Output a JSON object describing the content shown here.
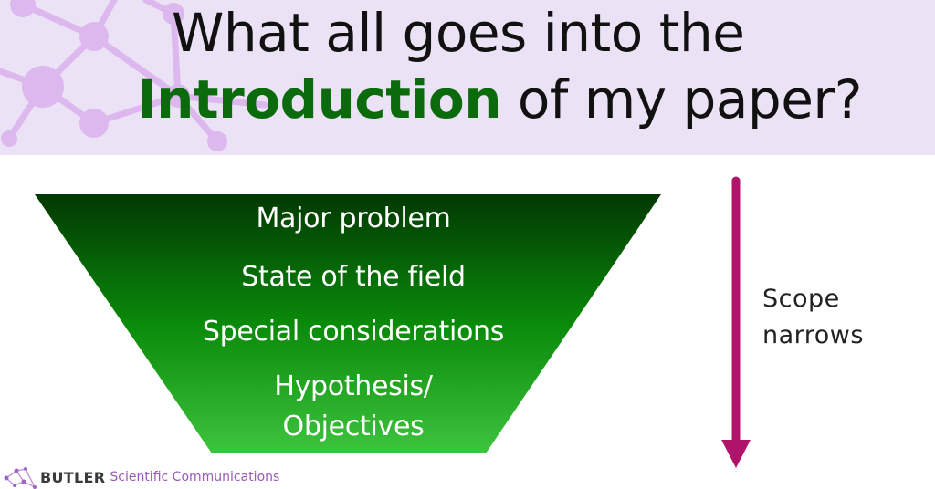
{
  "header": {
    "title_line1": "What all goes into the",
    "title_highlight": "Introduction",
    "title_line2_rest": " of my paper?",
    "background_color": "#ebe2f5",
    "highlight_color": "#0b6a0b",
    "decoration_icon": "molecule-network-icon"
  },
  "funnel": {
    "items": [
      {
        "label": "Major problem"
      },
      {
        "label": "State of the field"
      },
      {
        "label": "Special considerations"
      },
      {
        "label": "Hypothesis/"
      },
      {
        "label": "Objectives"
      }
    ],
    "gradient_top": "#013801",
    "gradient_mid": "#0a8a0a",
    "gradient_bottom": "#3dc43d"
  },
  "side": {
    "arrow_icon": "down-arrow-icon",
    "arrow_color": "#b0146a",
    "label_line1": "Scope",
    "label_line2": "narrows"
  },
  "footer": {
    "logo_icon": "molecule-network-icon",
    "brand": "BUTLER",
    "subtitle": "Scientific Communications"
  }
}
